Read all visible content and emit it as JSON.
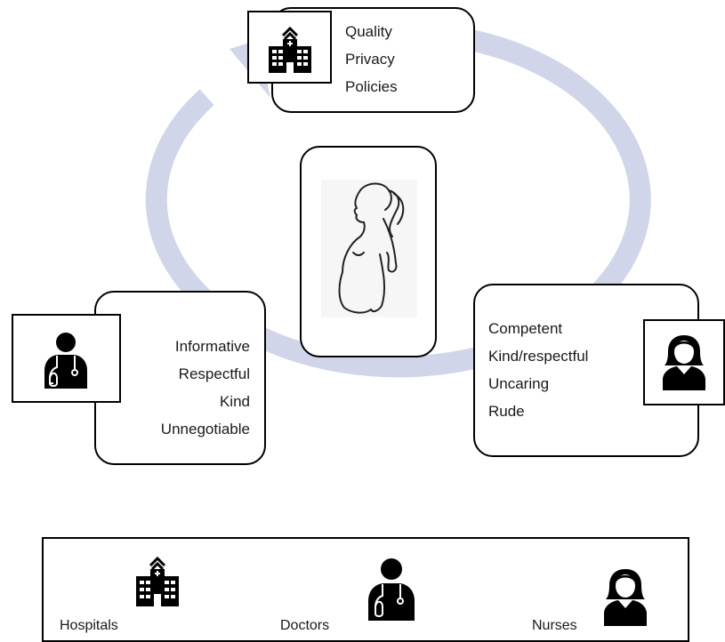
{
  "colors": {
    "cycle": "#d0d5ea",
    "stroke": "#000000",
    "text": "#1a1a1a"
  },
  "hospital_box": {
    "icon": "hospital-icon",
    "lines": [
      "Quality",
      "Privacy",
      "Policies"
    ]
  },
  "doctor_box": {
    "icon": "doctor-icon",
    "lines": [
      "Informative",
      "Respectful",
      "Kind",
      "Unnegotiable"
    ]
  },
  "nurse_box": {
    "icon": "nurse-icon",
    "lines": [
      "Competent",
      "Kind/respectful",
      "Uncaring",
      "Rude"
    ]
  },
  "center": {
    "icon": "pregnant-woman-icon"
  },
  "legend": {
    "items": [
      {
        "icon": "hospital-icon",
        "label": "Hospitals"
      },
      {
        "icon": "doctor-icon",
        "label": "Doctors"
      },
      {
        "icon": "nurse-icon",
        "label": "Nurses"
      }
    ]
  }
}
